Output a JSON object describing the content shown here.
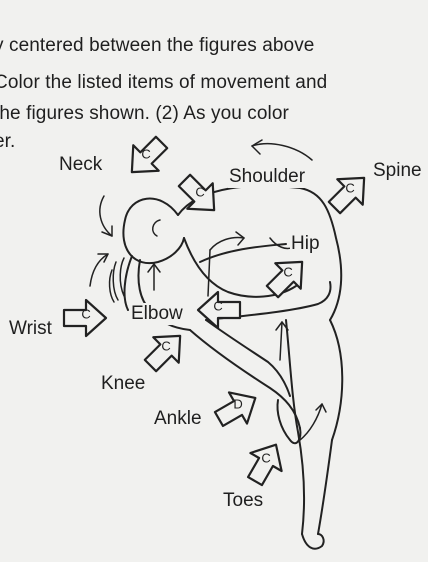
{
  "instructions": {
    "line1": "y centered between the figures above",
    "line2": "Color the listed items of movement and",
    "line3": "the figures shown. (2) As you color",
    "line4": "er."
  },
  "labels": {
    "neck": "Neck",
    "shoulder": "Shoulder",
    "spine": "Spine",
    "hip": "Hip",
    "wrist": "Wrist",
    "elbow": "Elbow",
    "knee": "Knee",
    "ankle": "Ankle",
    "toes": "Toes"
  },
  "badges": {
    "neck": "C",
    "shoulder": "C",
    "spine": "C",
    "hip": "C",
    "wrist": "C",
    "elbow": "C",
    "knee": "C",
    "ankle": "D",
    "toes": "C"
  }
}
